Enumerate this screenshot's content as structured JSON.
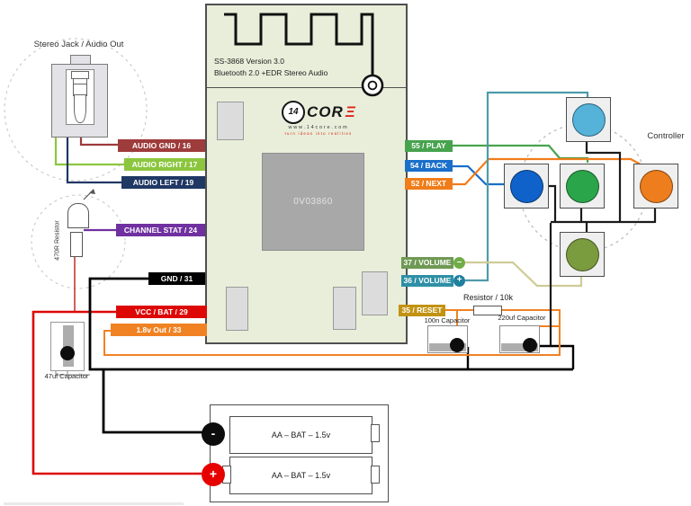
{
  "board": {
    "title_line1": "SS-3868 Version 3.0",
    "title_line2": "Bluetooth 2.0 +EDR Stereo Audio",
    "chip_label": "0V03860",
    "logo": {
      "badge": "14",
      "wordmark": "COR",
      "e_glyph": "Ξ",
      "url": "www.14core.com",
      "tagline": "turn ideas into realities"
    },
    "bg_color": "#e9eeda"
  },
  "stereo_jack": {
    "label": "Stereo Jack / Audio Out"
  },
  "led_block": {
    "resistor_label": "470R Resistor"
  },
  "pins_left": [
    {
      "label": "AUDIO GND / 16",
      "color": "#9e3b3b"
    },
    {
      "label": "AUDIO RIGHT / 17",
      "color": "#8cc63f"
    },
    {
      "label": "AUDIO LEFT / 19",
      "color": "#1f3864"
    },
    {
      "label": "CHANNEL STAT / 24",
      "color": "#7030a0"
    },
    {
      "label": "GND / 31",
      "color": "#000000"
    },
    {
      "label": "VCC / BAT / 29",
      "color": "#dd0806"
    },
    {
      "label": "1.8v Out / 33",
      "color": "#f08223"
    }
  ],
  "pins_right": [
    {
      "label": "55 / PLAY",
      "color": "#47a34e"
    },
    {
      "label": "54 / BACK",
      "color": "#1a6fc9"
    },
    {
      "label": "52 / NEXT",
      "color": "#f07d1a"
    },
    {
      "label": "37 / VOLUME",
      "color": "#6f9954",
      "sign": "–"
    },
    {
      "label": "36 / VOLUME",
      "color": "#2e8fa5",
      "sign": "+"
    },
    {
      "label": "35 / RESET",
      "color": "#c29312"
    }
  ],
  "components": {
    "resistor_10k": "Resistor / 10k",
    "cap_100n": "100n Capacitor",
    "cap_220uf": "220uf Capacitor",
    "cap_47uf": "47uf Capacitor"
  },
  "controller": {
    "label": "Controller",
    "buttons": [
      {
        "name": "top",
        "color": "#55b3d9"
      },
      {
        "name": "left",
        "color": "#0f62c9"
      },
      {
        "name": "center",
        "color": "#2aa54a"
      },
      {
        "name": "right",
        "color": "#ee7d1d"
      },
      {
        "name": "bottom",
        "color": "#7a9b3e"
      }
    ]
  },
  "battery": {
    "cell1": "AA – BAT – 1.5v",
    "cell2": "AA – BAT – 1.5v",
    "minus": "-",
    "plus": "+"
  }
}
